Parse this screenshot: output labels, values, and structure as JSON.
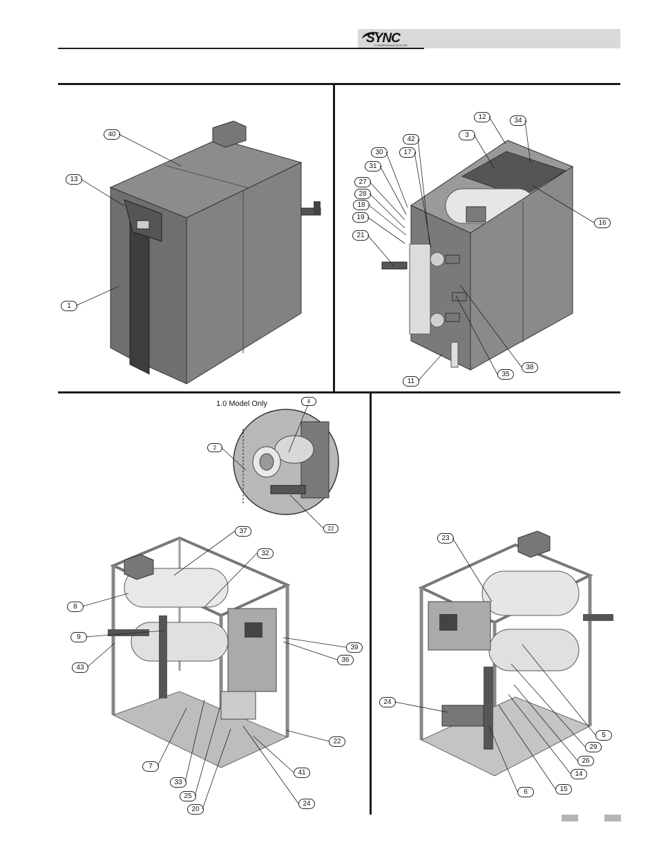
{
  "header": {
    "logo_text": "SYNC",
    "logo_subtext": "CONDENSING BOILER"
  },
  "panel_b": {
    "caption": "1.0 Model Only"
  },
  "callouts": {
    "tl": [
      "40",
      "13",
      "1"
    ],
    "tr": [
      "12",
      "34",
      "3",
      "42",
      "30",
      "17",
      "31",
      "27",
      "28",
      "18",
      "19",
      "21",
      "16",
      "11",
      "35",
      "38"
    ],
    "inset": [
      "4",
      "2",
      "22"
    ],
    "bl": [
      "37",
      "32",
      "8",
      "9",
      "43",
      "39",
      "36",
      "22",
      "7",
      "41",
      "33",
      "25",
      "20",
      "24"
    ],
    "br": [
      "23",
      "24",
      "5",
      "29",
      "26",
      "14",
      "15",
      "6"
    ]
  },
  "colors": {
    "header_bar": "#d9d9d9",
    "rule": "#1a1a1a",
    "cabinet": "#7b7b7b",
    "cabinet_dark": "#4e4e4e",
    "cabinet_light": "#9a9a9a",
    "frame": "#a8a8a8",
    "tube": "#e6e6e6"
  }
}
